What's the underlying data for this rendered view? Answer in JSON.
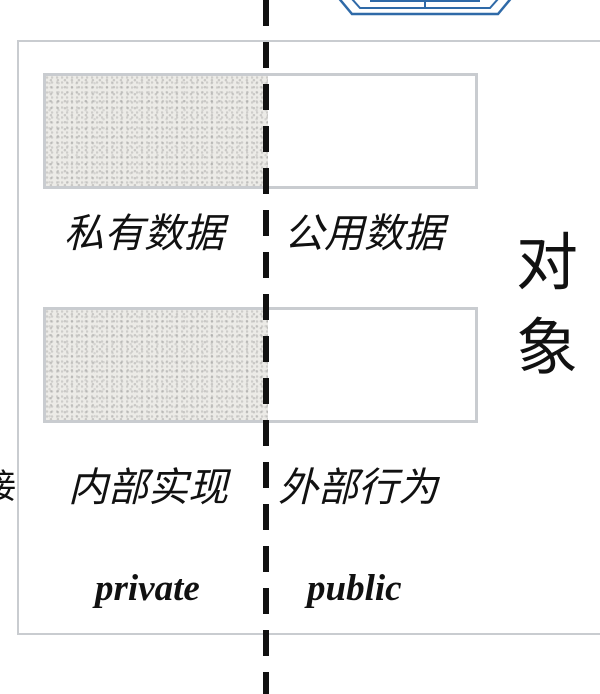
{
  "diagram": {
    "private_data_label": "私有数据",
    "public_data_label": "公用数据",
    "private_impl_label": "内部实现",
    "public_behavior_label": "外部行为",
    "private_keyword": "private",
    "public_keyword": "public",
    "object_label": [
      "对",
      "象"
    ],
    "edge_partial_char": "接"
  },
  "colors": {
    "frame_border": "#c9ccd0",
    "private_fill": "#ecebe7",
    "logo_stroke": "#2f6aa8",
    "divider": "#111111"
  }
}
